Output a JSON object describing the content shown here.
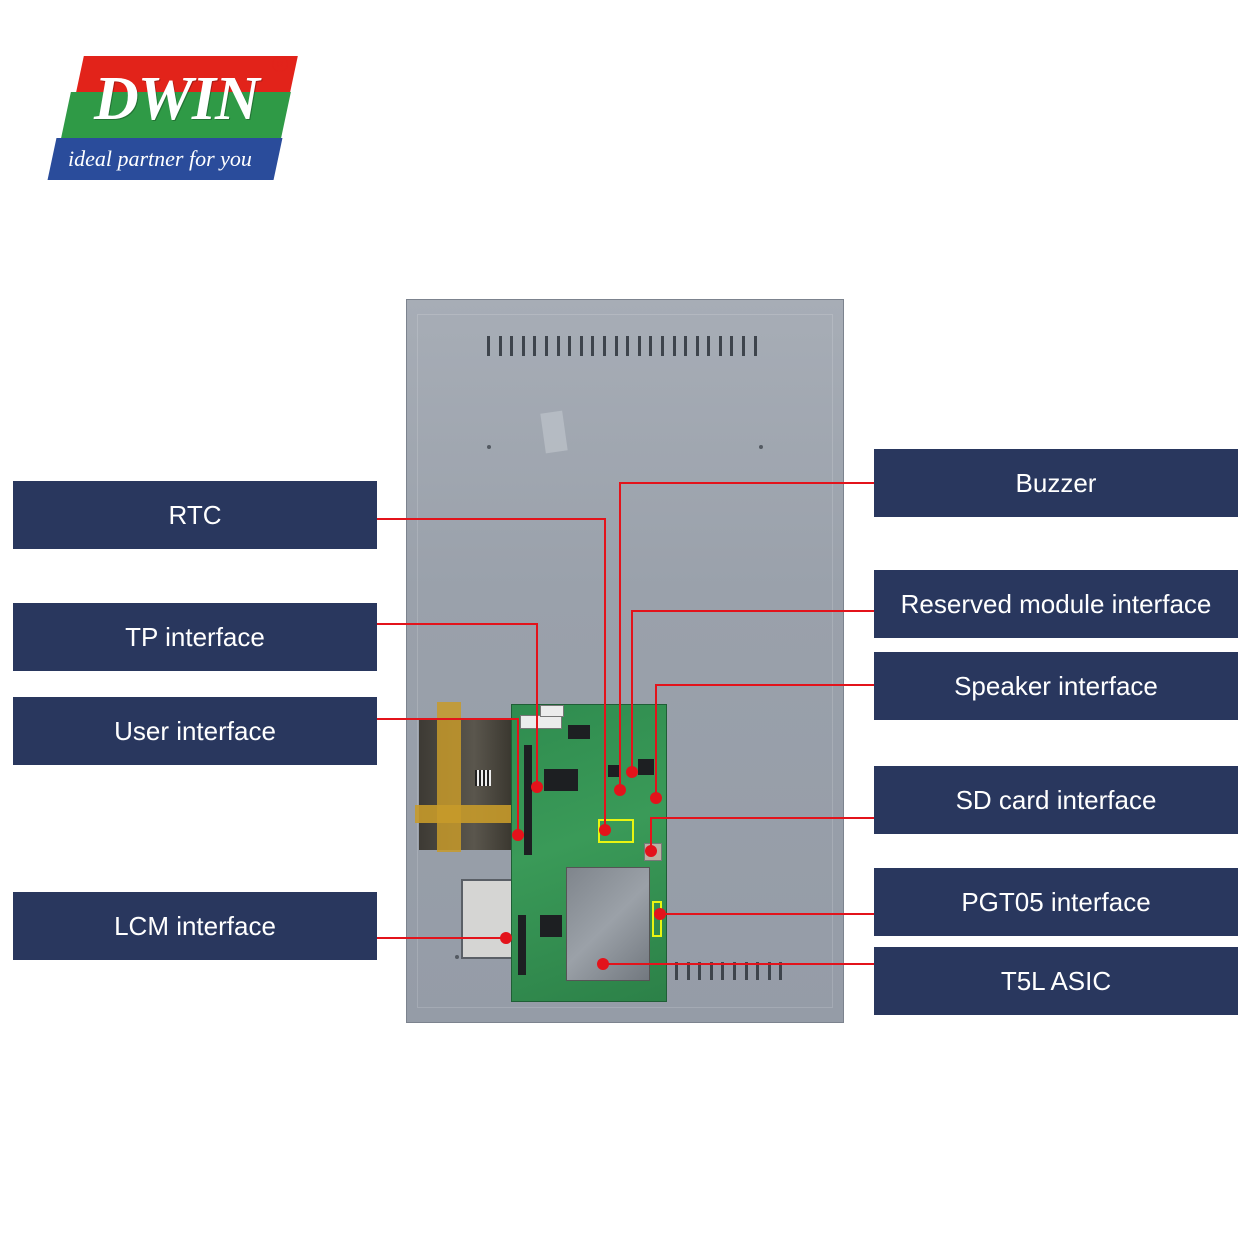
{
  "brand": {
    "name": "DWIN",
    "tagline": "ideal partner for you",
    "registered_mark": "R",
    "colors": {
      "red": "#e2231a",
      "green": "#2f9a46",
      "blue": "#2a4c9b"
    }
  },
  "callouts": {
    "rtc": "RTC",
    "tp_interface": "TP interface",
    "user_interface": "User interface",
    "lcm_interface": "LCM interface",
    "buzzer": "Buzzer",
    "reserved_module_interface": "Reserved module interface",
    "speaker_interface": "Speaker interface",
    "sd_card_interface": "SD card interface",
    "pgt05_interface": "PGT05 interface",
    "t5l_asic": "T5L ASIC"
  },
  "colors": {
    "label_background": "#29375e",
    "label_text": "#ffffff",
    "leader_line": "#e3131b",
    "highlight": "#e8f511"
  }
}
